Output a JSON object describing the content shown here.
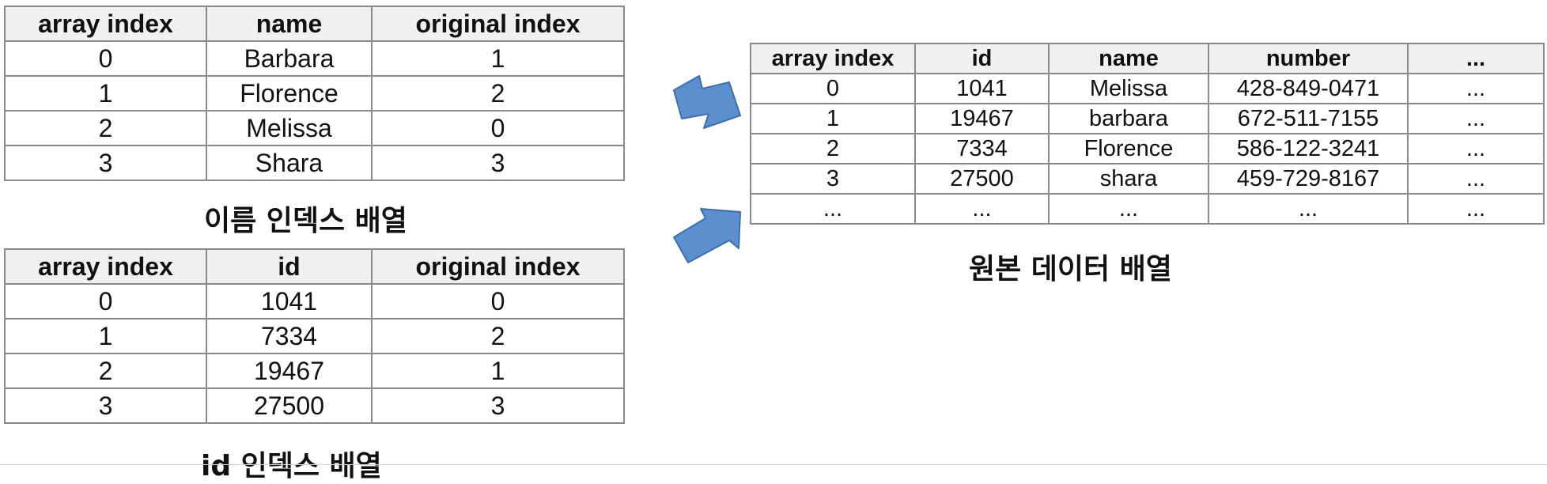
{
  "name_index_table": {
    "caption": "이름 인덱스 배열",
    "headers": [
      "array index",
      "name",
      "original index"
    ],
    "rows": [
      [
        "0",
        "Barbara",
        "1"
      ],
      [
        "1",
        "Florence",
        "2"
      ],
      [
        "2",
        "Melissa",
        "0"
      ],
      [
        "3",
        "Shara",
        "3"
      ]
    ]
  },
  "id_index_table": {
    "caption": "id 인덱스 배열",
    "headers": [
      "array index",
      "id",
      "original index"
    ],
    "rows": [
      [
        "0",
        "1041",
        "0"
      ],
      [
        "1",
        "7334",
        "2"
      ],
      [
        "2",
        "19467",
        "1"
      ],
      [
        "3",
        "27500",
        "3"
      ]
    ]
  },
  "original_data_table": {
    "caption": "원본 데이터 배열",
    "headers": [
      "array index",
      "id",
      "name",
      "number",
      "..."
    ],
    "rows": [
      [
        "0",
        "1041",
        "Melissa",
        "428-849-0471",
        "..."
      ],
      [
        "1",
        "19467",
        "barbara",
        "672-511-7155",
        "..."
      ],
      [
        "2",
        "7334",
        "Florence",
        "586-122-3241",
        "..."
      ],
      [
        "3",
        "27500",
        "shara",
        "459-729-8167",
        "..."
      ],
      [
        "...",
        "...",
        "...",
        "...",
        "..."
      ]
    ]
  },
  "arrow_color": "#5b8fd0",
  "arrow_stroke": "#3f6fa8"
}
